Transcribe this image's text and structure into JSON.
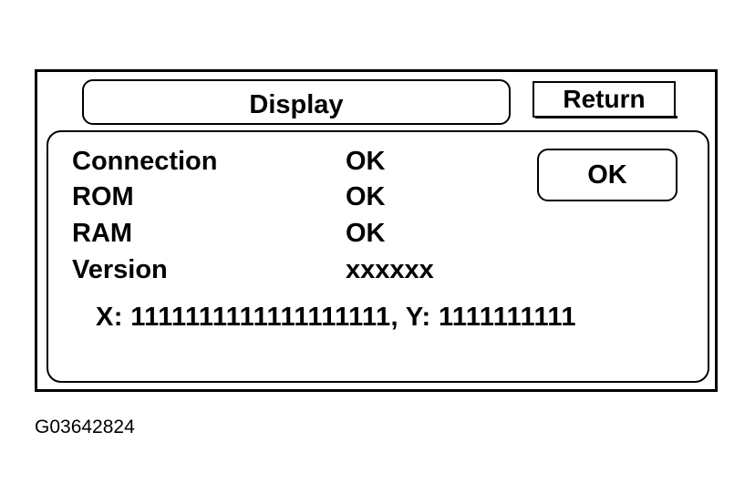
{
  "title": "Display",
  "buttons": {
    "return_label": "Return",
    "ok_label": "OK"
  },
  "status_rows": [
    {
      "label": "Connection",
      "value": "OK"
    },
    {
      "label": "ROM",
      "value": "OK"
    },
    {
      "label": "RAM",
      "value": "OK"
    },
    {
      "label": "Version",
      "value": "xxxxxx"
    }
  ],
  "coordinates": "X: 1111111111111111111, Y: 1111111111",
  "figure_id": "G03642824"
}
